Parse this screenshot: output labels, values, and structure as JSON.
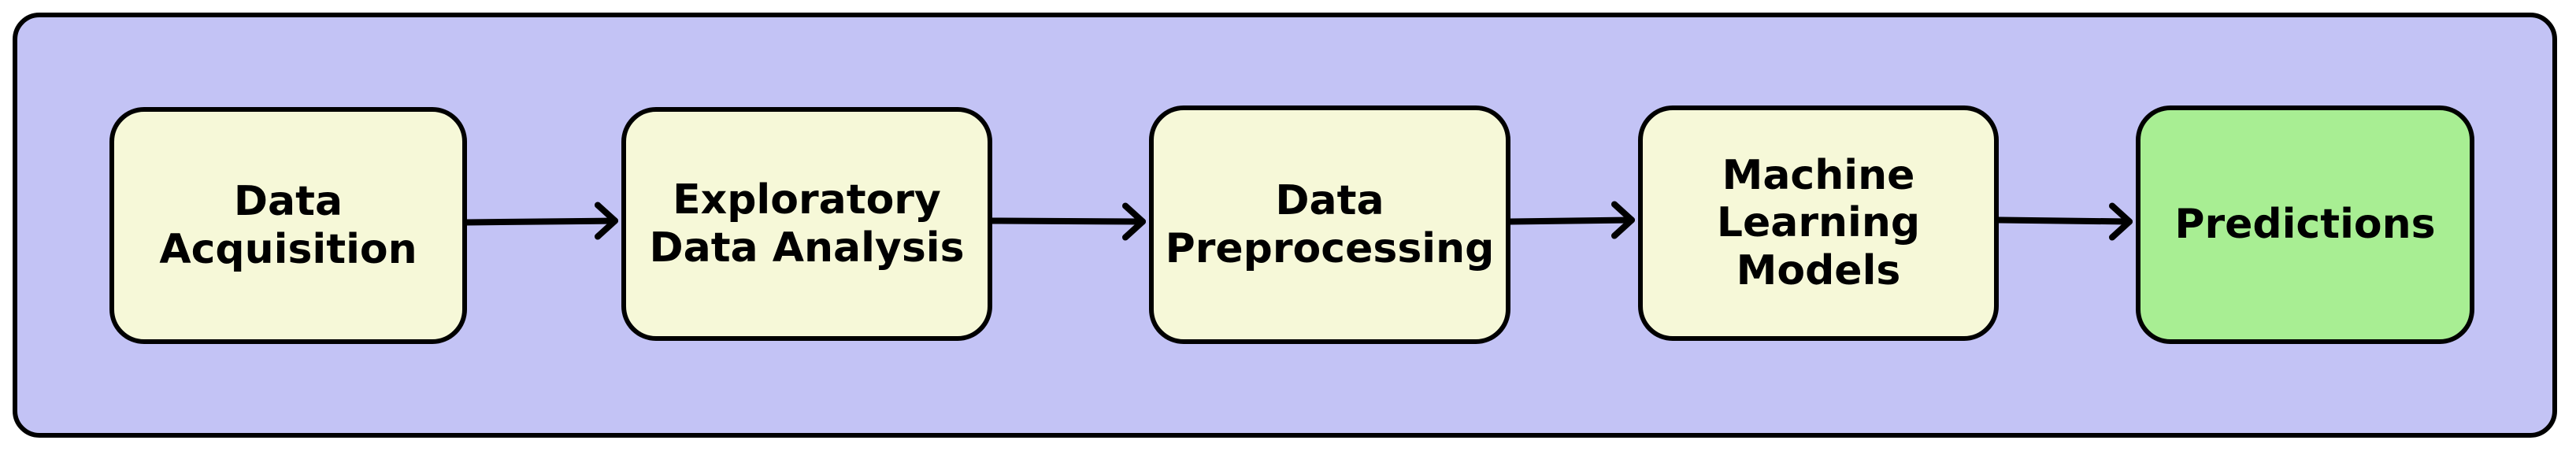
{
  "diagram": {
    "type": "flowchart",
    "direction": "left-to-right",
    "colors": {
      "outer_background": "#C3C3F5",
      "stage_fill": "#F6F8D8",
      "final_fill": "#A8EE93",
      "outline": "#000000"
    },
    "nodes": [
      {
        "id": "data-acquisition",
        "label": "Data\nAcquisition",
        "fill": "#F6F8D8"
      },
      {
        "id": "exploratory-data-analysis",
        "label": "Exploratory\nData Analysis",
        "fill": "#F6F8D8"
      },
      {
        "id": "data-preprocessing",
        "label": "Data\nPreprocessing",
        "fill": "#F6F8D8"
      },
      {
        "id": "machine-learning-models",
        "label": "Machine\nLearning\nModels",
        "fill": "#F6F8D8"
      },
      {
        "id": "predictions",
        "label": "Predictions",
        "fill": "#A8EE93"
      }
    ],
    "edges": [
      {
        "from": "data-acquisition",
        "to": "exploratory-data-analysis"
      },
      {
        "from": "exploratory-data-analysis",
        "to": "data-preprocessing"
      },
      {
        "from": "data-preprocessing",
        "to": "machine-learning-models"
      },
      {
        "from": "machine-learning-models",
        "to": "predictions"
      }
    ]
  }
}
